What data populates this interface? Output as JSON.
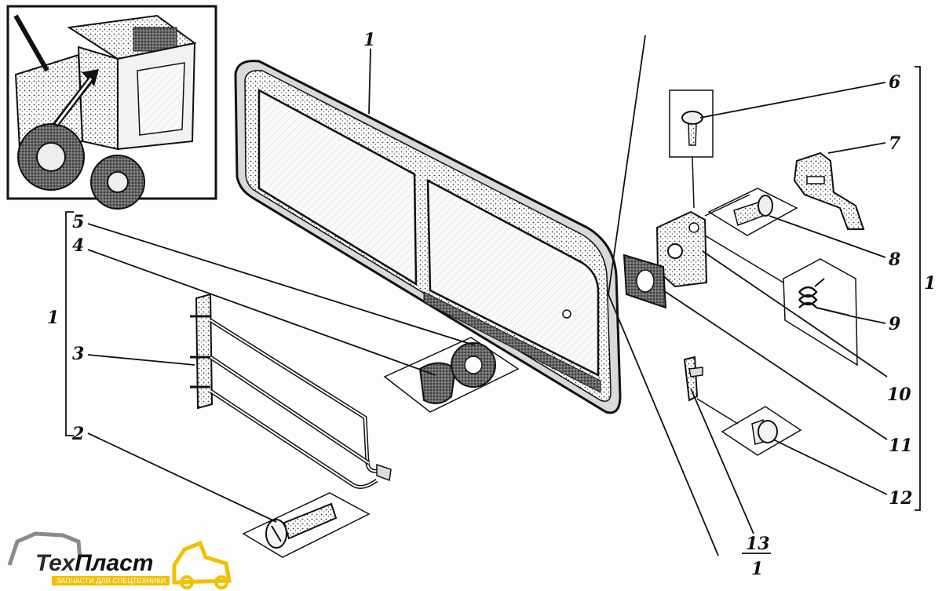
{
  "callouts": {
    "c1_top": "1",
    "c1_left": "1",
    "c1_right": "1",
    "c2": "2",
    "c3": "3",
    "c4": "4",
    "c5": "5",
    "c6": "6",
    "c7": "7",
    "c8": "8",
    "c9": "9",
    "c10": "10",
    "c11": "11",
    "c12": "12",
    "c13_num": "13",
    "c13_den": "1"
  },
  "logo": {
    "name_part1": "Тех",
    "name_part2": "Пласт",
    "tagline": "ЗАПЧАСТИ ДЛЯ СПЕЦТЕХНИКИ"
  },
  "colors": {
    "ink": "#111111",
    "logo_gray": "#8a8a8a",
    "logo_yellow": "#f2c000",
    "logo_dark": "#2a2a2a"
  }
}
